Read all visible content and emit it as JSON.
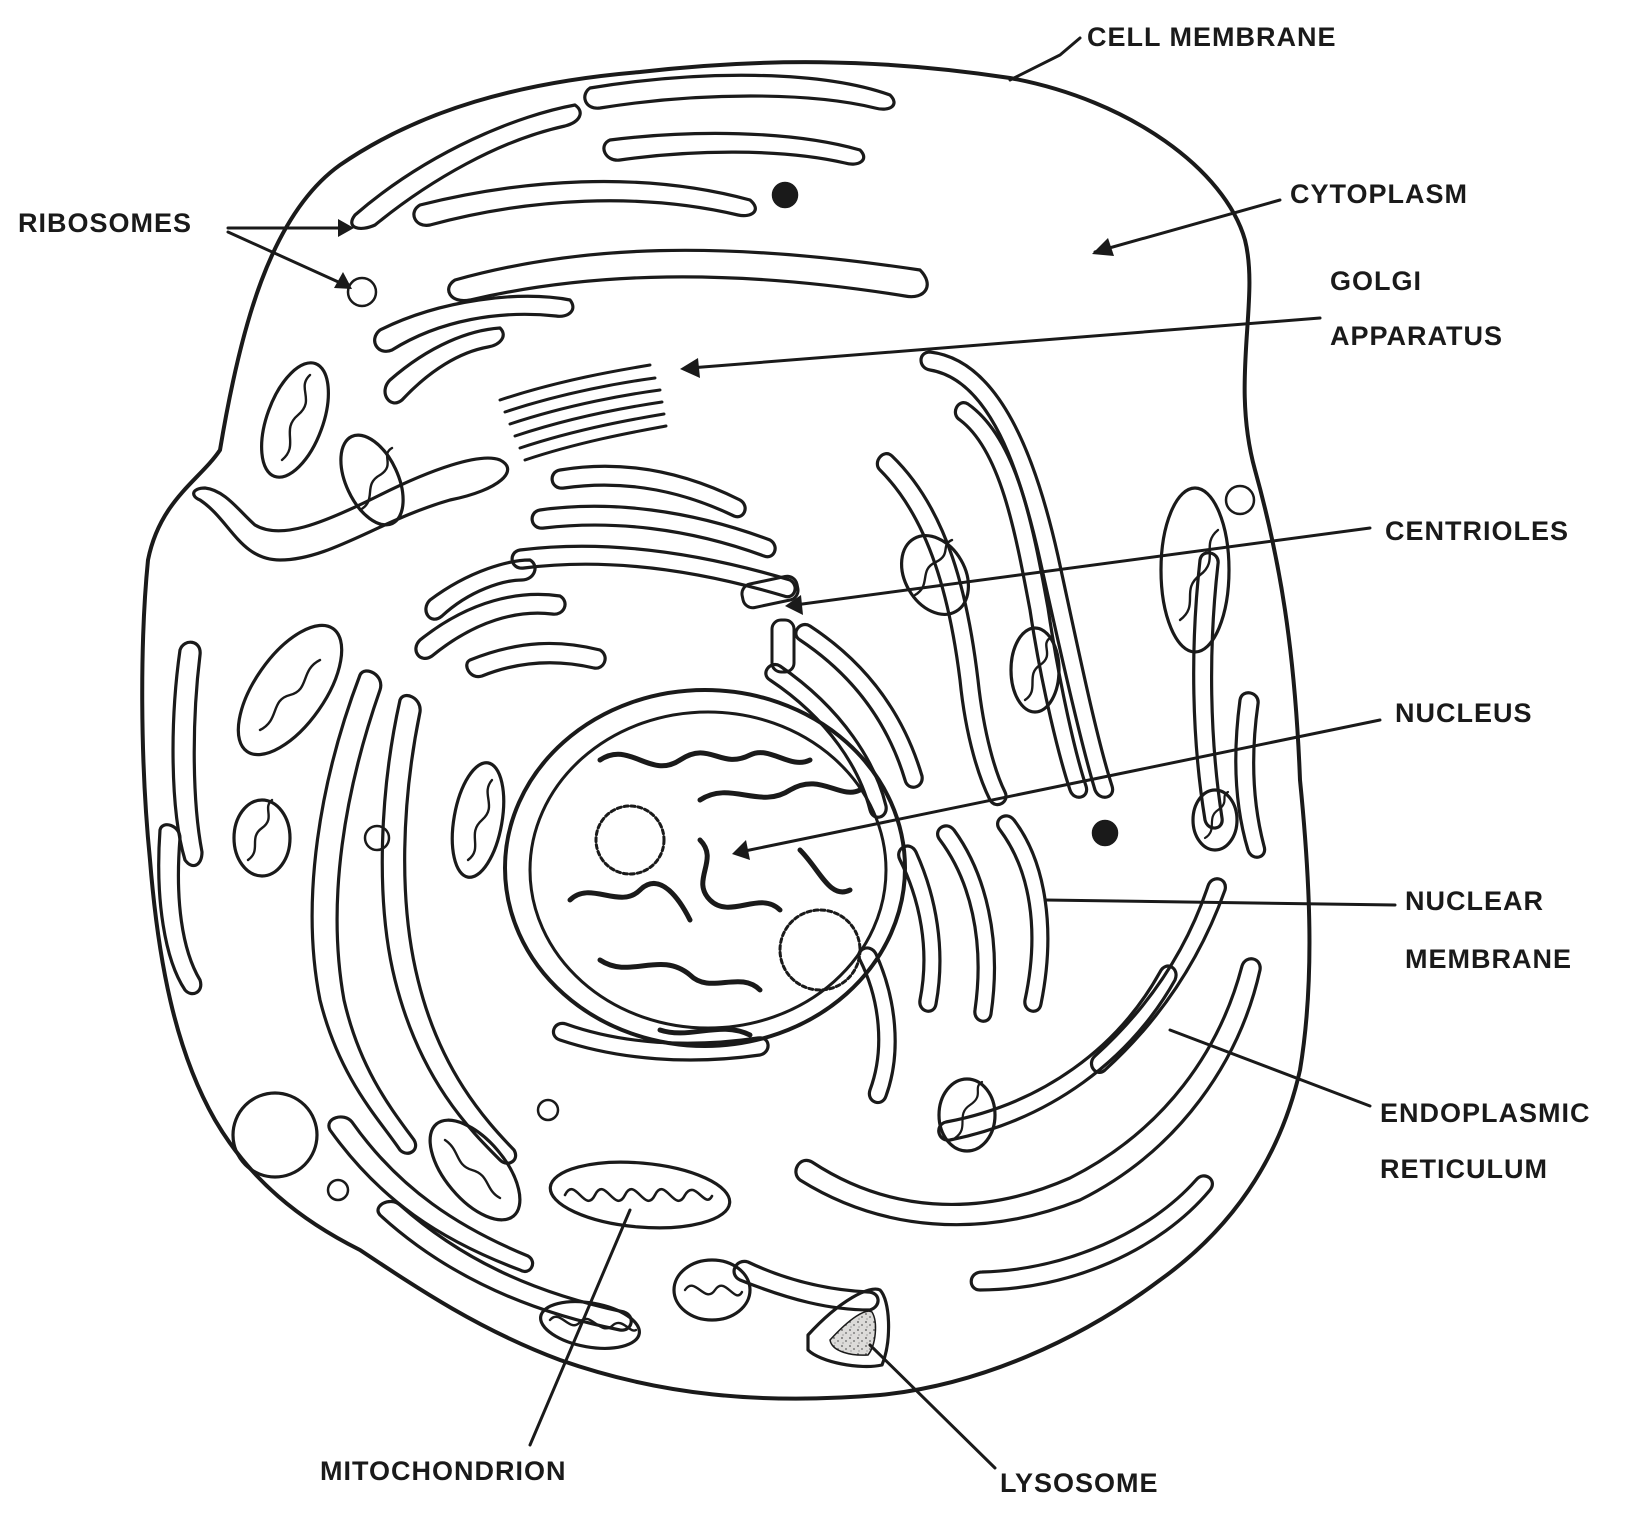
{
  "diagram": {
    "labels": {
      "cell_membrane": "CELL  MEMBRANE",
      "cytoplasm": "CYTOPLASM",
      "golgi_line1": "GOLGI",
      "golgi_line2": "APPARATUS",
      "ribosomes": "RIBOSOMES",
      "centrioles": "CENTRIOLES",
      "nucleus": "NUCLEUS",
      "nuclear_membrane_line1": "NUCLEAR",
      "nuclear_membrane_line2": "MEMBRANE",
      "er_line1": "ENDOPLASMIC",
      "er_line2": "RETICULUM",
      "mitochondrion": "MITOCHONDRION",
      "lysosome": "LYSOSOME"
    },
    "colors": {
      "ink": "#1a1a1a",
      "cytoplasm_fill": "#ecebea",
      "nucleus_fill": "#d6d5d3",
      "background": "#ffffff"
    }
  }
}
